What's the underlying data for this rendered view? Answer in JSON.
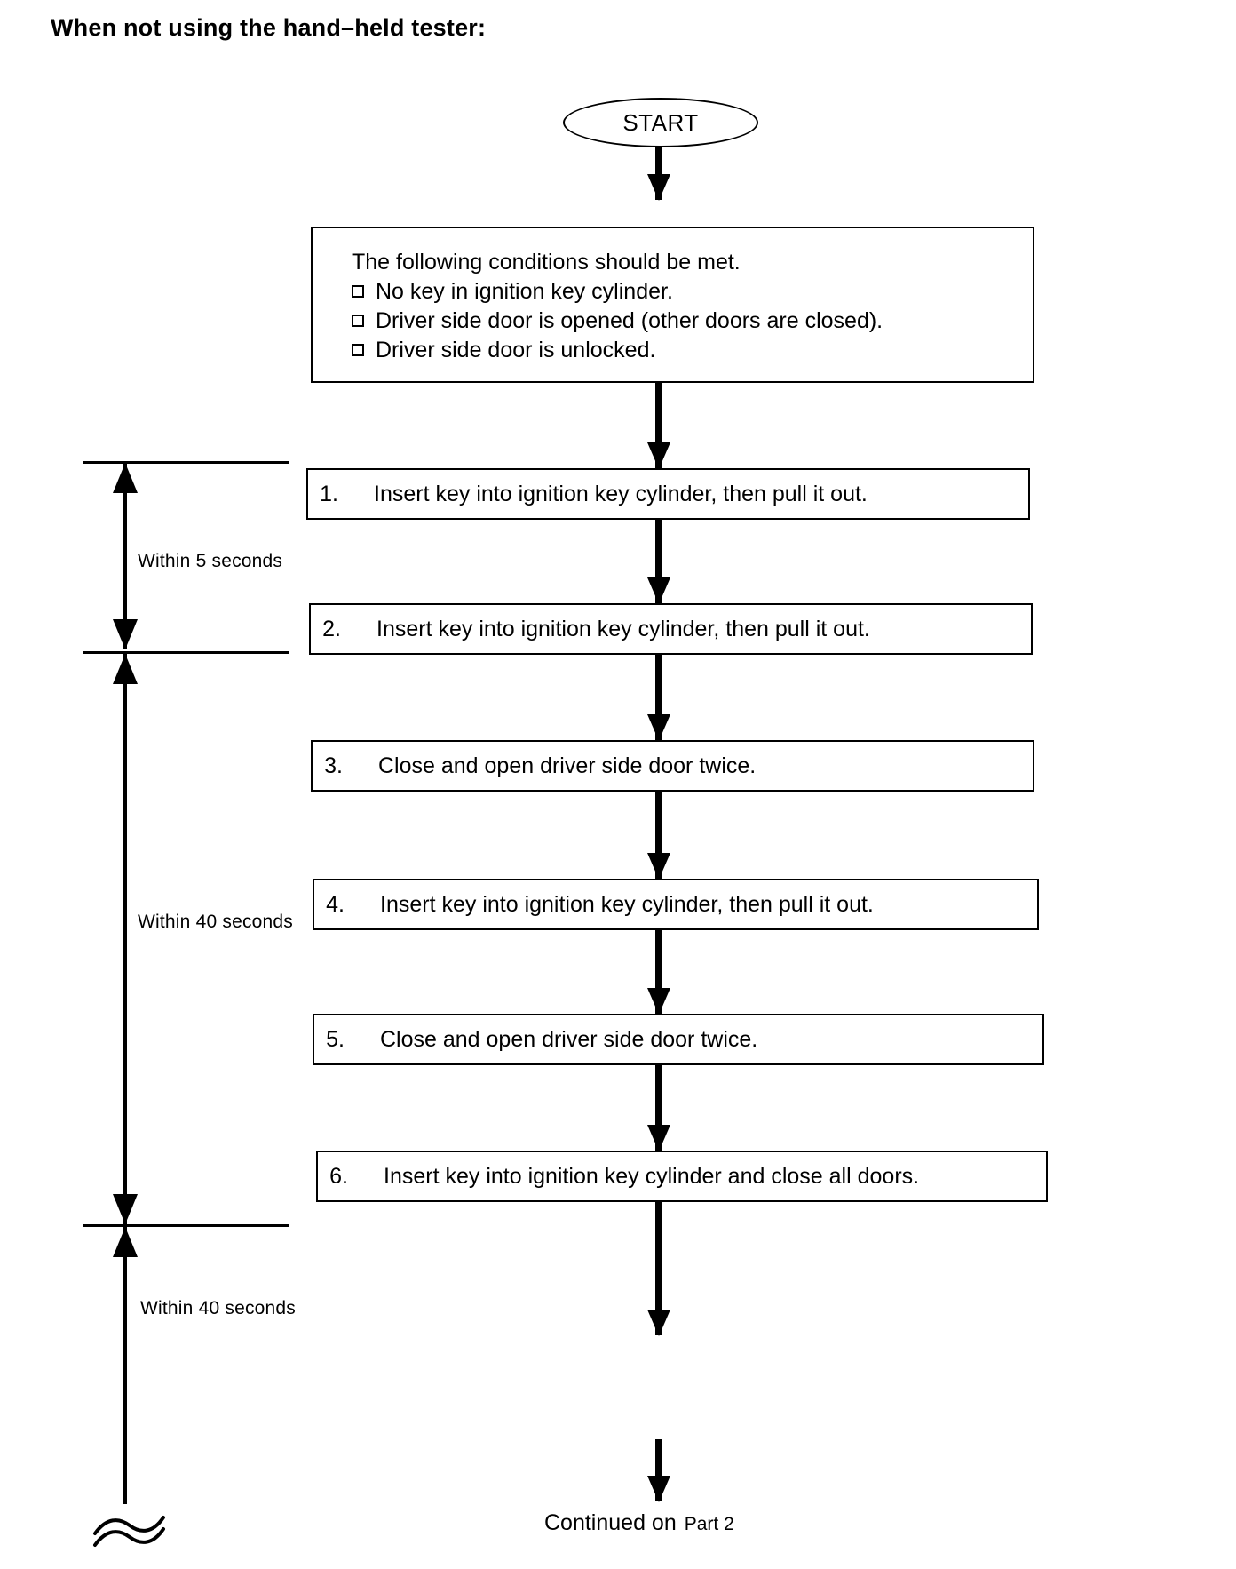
{
  "page": {
    "title": "When not using the hand–held tester:",
    "background_color": "#ffffff",
    "line_color": "#000000"
  },
  "flowchart": {
    "type": "flowchart",
    "start_node": {
      "label": "START",
      "shape": "oval"
    },
    "conditions_box": {
      "heading": "The following conditions should be met.",
      "items": [
        "No key in ignition key cylinder.",
        "Driver side door is opened (other doors are closed).",
        "Driver side door is unlocked."
      ]
    },
    "steps": [
      {
        "number": "1.",
        "text": "Insert key into ignition key cylinder, then pull it out."
      },
      {
        "number": "2.",
        "text": "Insert key into ignition key cylinder, then pull it out."
      },
      {
        "number": "3.",
        "text": "Close and open driver side door twice."
      },
      {
        "number": "4.",
        "text": "Insert key into ignition key cylinder, then pull it out."
      },
      {
        "number": "5.",
        "text": "Close and open driver side door twice."
      },
      {
        "number": "6.",
        "text": "Insert key into ignition key cylinder and close all doors."
      }
    ],
    "timing_brackets": [
      {
        "label": "Within 5 seconds",
        "spans_steps": "1-2"
      },
      {
        "label": "Within 40 seconds",
        "spans_steps": "2-6"
      },
      {
        "label": "Within 40 seconds",
        "spans_steps": "6-end"
      }
    ],
    "footer": {
      "continued_label": "Continued on",
      "continued_target": "Part 2"
    }
  }
}
